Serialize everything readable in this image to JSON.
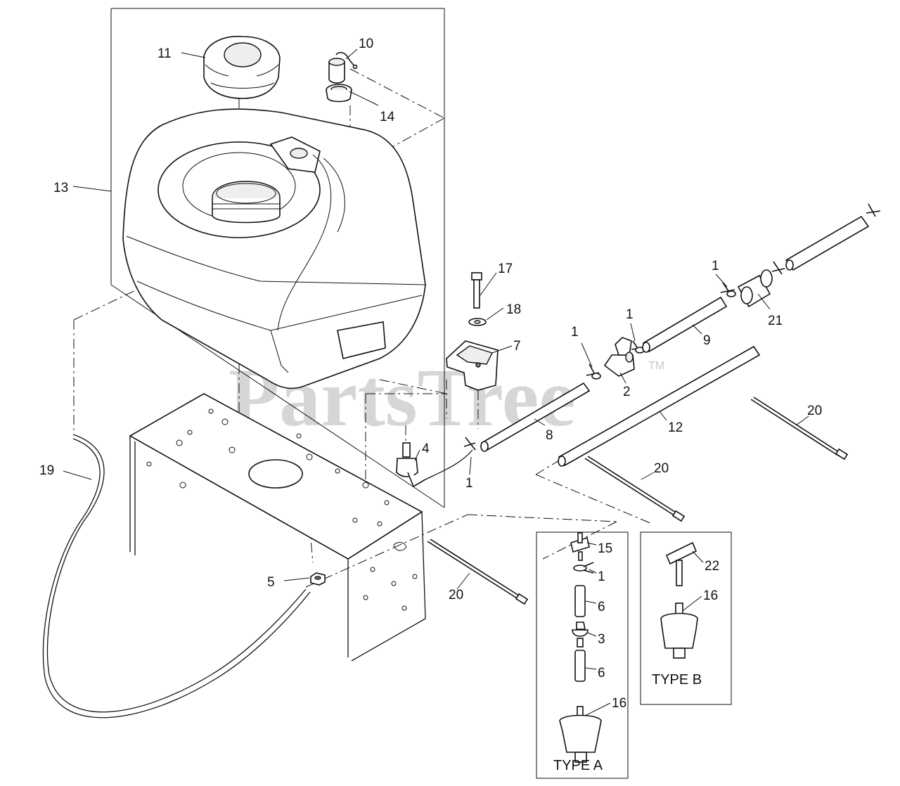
{
  "watermark": {
    "brand": "PartsTree",
    "trademark": "TM"
  },
  "callouts": {
    "c11": "11",
    "c10": "10",
    "c14": "14",
    "c13": "13",
    "c17": "17",
    "c18": "18",
    "c7": "7",
    "c1a": "1",
    "c1b": "1",
    "c1c": "1",
    "c1d": "1",
    "c1e": "1",
    "c21": "21",
    "c9": "9",
    "c2": "2",
    "c8": "8",
    "c12": "12",
    "c4": "4",
    "c20a": "20",
    "c20b": "20",
    "c20c": "20",
    "c19": "19",
    "c5": "5",
    "c15": "15",
    "c6a": "6",
    "c3": "3",
    "c6b": "6",
    "c16a": "16",
    "c22": "22",
    "c16b": "16"
  },
  "insets": {
    "type_a": "TYPE A",
    "type_b": "TYPE B"
  }
}
